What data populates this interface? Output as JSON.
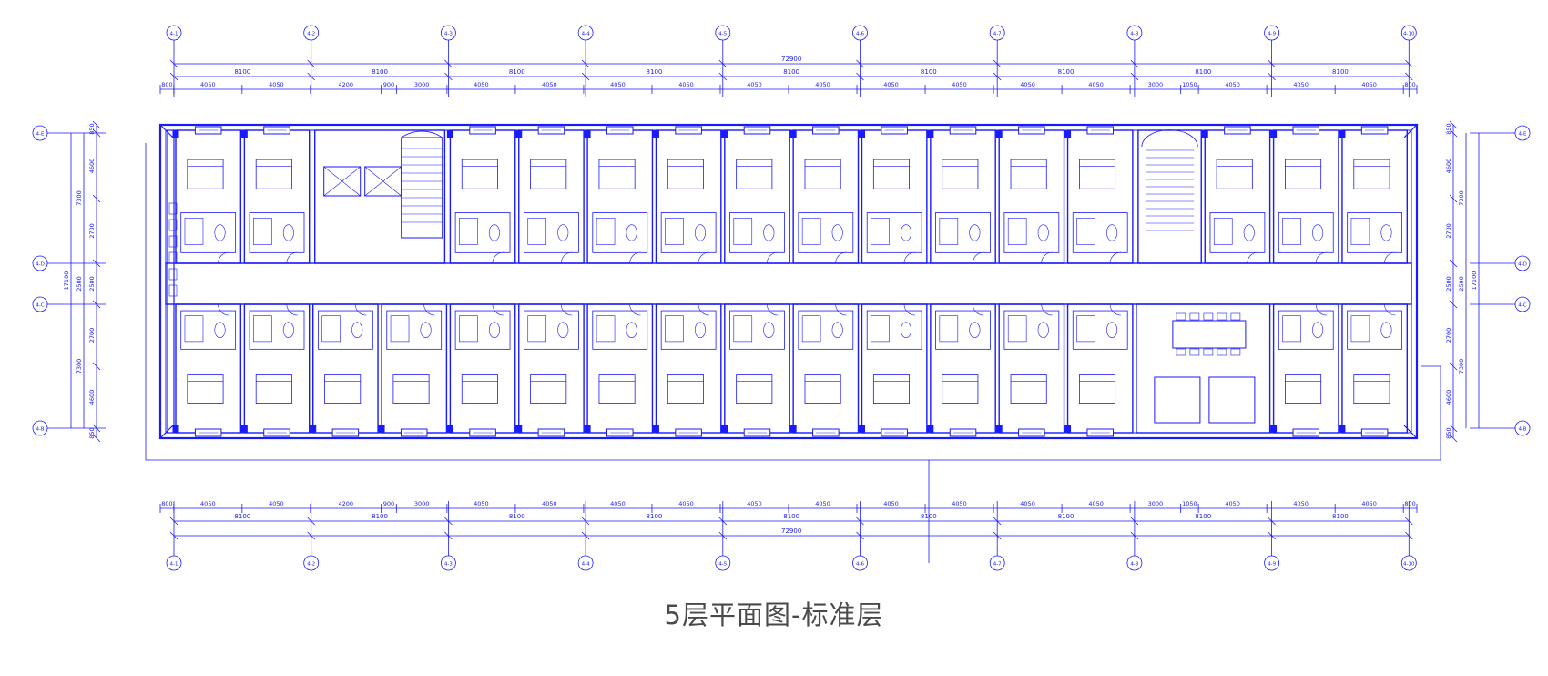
{
  "title": "5层平面图-标准层",
  "colors": {
    "line": "#1a1aff",
    "text": "#4a4a4a",
    "background": "#ffffff"
  },
  "grid_axes": {
    "top": [
      "4-1",
      "4-2",
      "4-3",
      "4-4",
      "4-5",
      "4-6",
      "4-7",
      "4-8",
      "4-9",
      "4-10"
    ],
    "bottom": [
      "4-1",
      "4-2",
      "4-3",
      "4-4",
      "4-5",
      "4-6",
      "4-7",
      "4-8",
      "4-9",
      "4-10"
    ],
    "left": [
      "4-E",
      "4-D",
      "4-C",
      "4-B"
    ],
    "right": [
      "4-E",
      "4-D",
      "4-C",
      "4-B"
    ]
  },
  "dimensions": {
    "overall": "72900",
    "bays": [
      "8100",
      "8100",
      "8100",
      "8100",
      "8100",
      "8100",
      "8100",
      "8100",
      "8100"
    ],
    "segments": [
      "800",
      "4050",
      "4050",
      "4200",
      "900",
      "3000",
      "4050",
      "4050",
      "4050",
      "4050",
      "4050",
      "4050",
      "4050",
      "4050",
      "4050",
      "4050",
      "3000",
      "1050",
      "4050",
      "4050",
      "4050",
      "800"
    ],
    "side_overall": "17100",
    "side_groups": [
      "7300",
      "2500",
      "7300"
    ],
    "side_segments": [
      "850",
      "4600",
      "2700",
      "2500",
      "2700",
      "4600",
      "850"
    ]
  }
}
